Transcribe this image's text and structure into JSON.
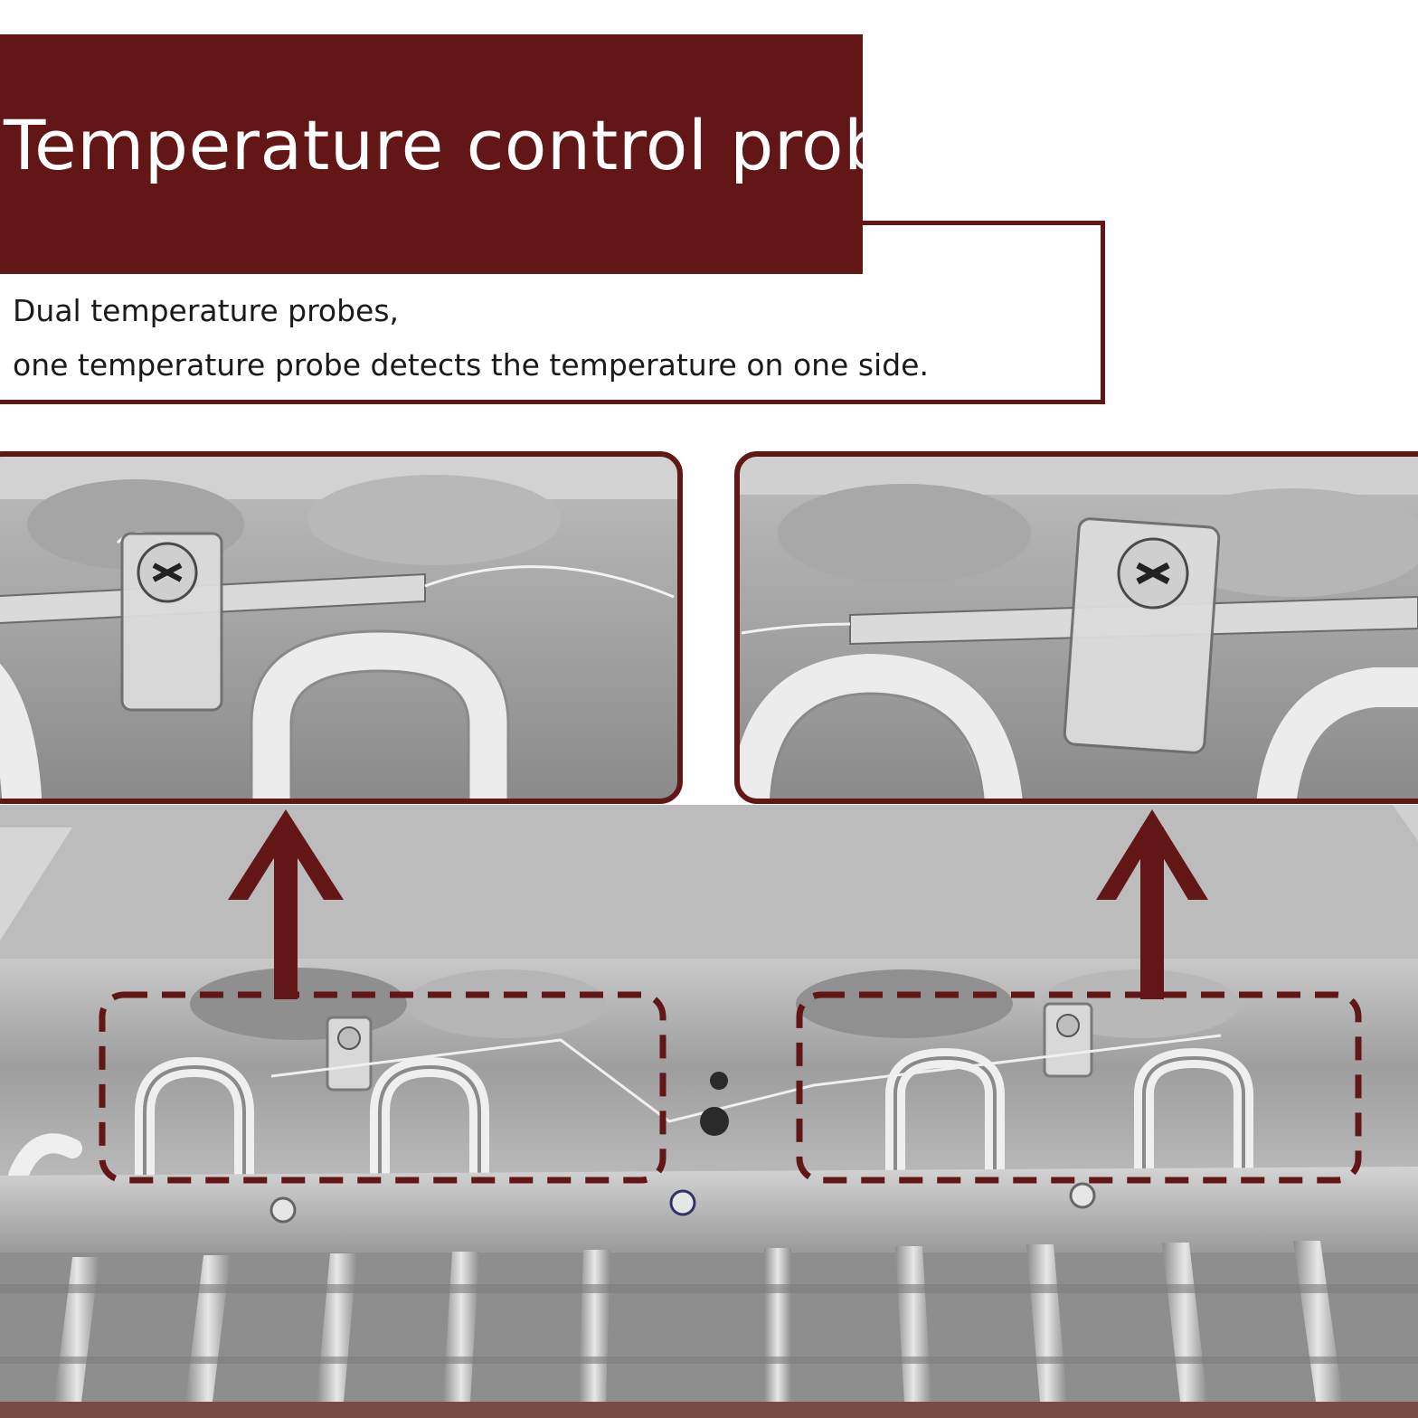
{
  "header": {
    "title": "Temperature control probe",
    "description_line_1": "Dual temperature probes,",
    "description_line_2": "one temperature probe detects the temperature on one side."
  },
  "colors": {
    "accent": "#621615",
    "metal_light": "#d9d9d9",
    "metal_mid": "#a8a8a8",
    "metal_dark": "#6e6e6e"
  },
  "icons": [
    "up-arrow-icon",
    "up-arrow-icon"
  ]
}
